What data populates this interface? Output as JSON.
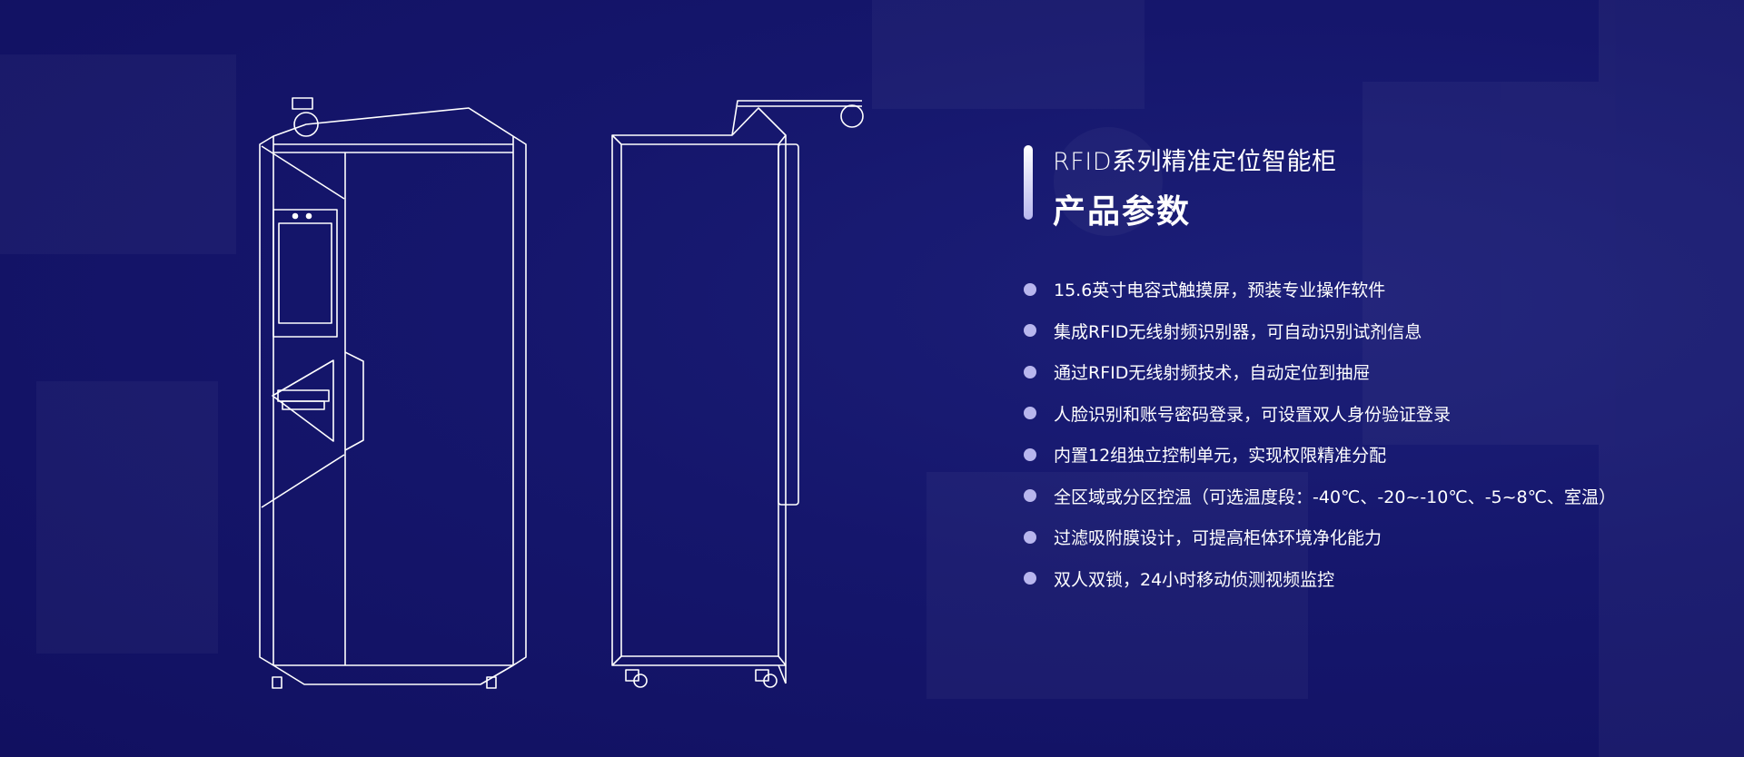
{
  "header": {
    "subtitle": "RFID系列精准定位智能柜",
    "title": "产品参数"
  },
  "features": [
    "15.6英寸电容式触摸屏，预装专业操作软件",
    "集成RFID无线射频识别器，可自动识别试剂信息",
    "通过RFID无线射频技术，自动定位到抽屉",
    "人脸识别和账号密码登录，可设置双人身份验证登录",
    "内置12组独立控制单元，实现权限精准分配",
    "全区域或分区控温（可选温度段：-40℃、-20~-10℃、-5~8℃、室温）",
    "过滤吸附膜设计，可提高柜体环境净化能力",
    "双人双锁，24小时移动侦测视频监控"
  ],
  "colors": {
    "background": "#15166c",
    "bullet": "#b8b6ee",
    "line": "#ffffff"
  }
}
